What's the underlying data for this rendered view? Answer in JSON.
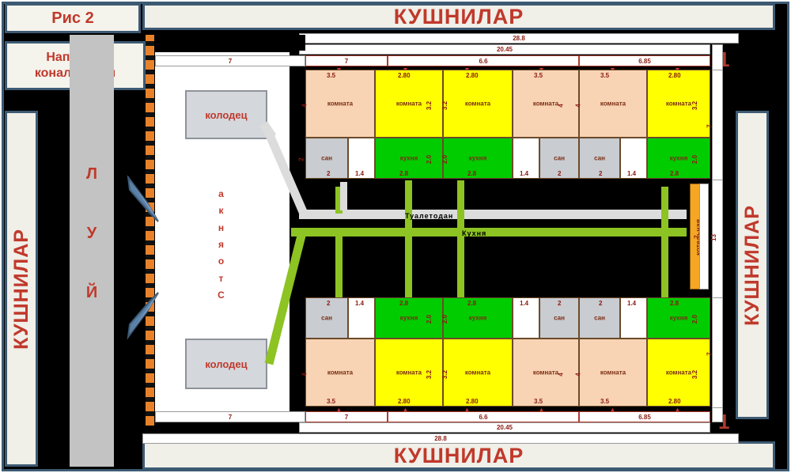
{
  "figure": {
    "caption": "Рис 2"
  },
  "direction_note": {
    "line1": "Направ-я",
    "line2": "конализации"
  },
  "neighbors": {
    "top": "КУШНИЛАР",
    "bottom": "КУШНИЛАР",
    "left": "КУШНИЛАР",
    "right": "КУШНИЛАР"
  },
  "road": {
    "letters": [
      "Й",
      "У",
      "Л"
    ]
  },
  "parking": {
    "label_letters": [
      "С",
      "т",
      "о",
      "я",
      "н",
      "к",
      "а"
    ],
    "wells": [
      {
        "label": "колодец"
      },
      {
        "label": "колодец"
      }
    ]
  },
  "pipes": [
    {
      "name": "Туалетодан",
      "color": "#dcdcdc"
    },
    {
      "name": "Кухня",
      "color": "#8dc322"
    }
  ],
  "boiler": {
    "label": "котельная"
  },
  "markers": {
    "top_right": "1",
    "bottom_right": "1"
  },
  "dimensions": {
    "overall_top": "28.8",
    "inner_top": "20.45",
    "block_a_top": "7",
    "block_b_top": "6.6",
    "block_c_top": "6.85",
    "overall_bottom": "28.8",
    "inner_bottom": "20.45",
    "block_a_bottom": "7",
    "block_b_bottom": "6.6",
    "block_c_bottom": "6.85",
    "right_side": "7",
    "right_side_2": "7",
    "right_total": "13"
  },
  "room_types": {
    "komnata": "комната",
    "kuxnya": "кухня",
    "san": "сан"
  },
  "top_block": {
    "units": [
      {
        "name": "unit-1",
        "rooms": [
          {
            "type": "комната",
            "fill": "#f8d4b4",
            "w": "3.5",
            "h": "4"
          },
          {
            "type": "сан",
            "fill": "#c9ccd1",
            "w": "2",
            "h": "2"
          },
          {
            "type": "",
            "fill": "#ffffff",
            "w": "1.4",
            "h": ""
          }
        ]
      },
      {
        "name": "unit-2",
        "rooms": [
          {
            "type": "комната",
            "fill": "#ffff00",
            "w": "2.80",
            "h": "3.2"
          },
          {
            "type": "кухня",
            "fill": "#00cc00",
            "w": "2.8",
            "h": "2.0"
          }
        ]
      },
      {
        "name": "unit-3",
        "rooms": [
          {
            "type": "комната",
            "fill": "#ffff00",
            "w": "2.80",
            "h": "3.2"
          },
          {
            "type": "кухня",
            "fill": "#00cc00",
            "w": "2.8",
            "h": "2.0"
          }
        ]
      },
      {
        "name": "unit-4",
        "rooms": [
          {
            "type": "комната",
            "fill": "#f8d4b4",
            "w": "3.5",
            "h": "4"
          },
          {
            "type": "",
            "fill": "#ffffff",
            "w": "1.4",
            "h": ""
          },
          {
            "type": "сан",
            "fill": "#c9ccd1",
            "w": "2",
            "h": "2"
          }
        ]
      },
      {
        "name": "unit-5",
        "rooms": [
          {
            "type": "комната",
            "fill": "#f8d4b4",
            "w": "3.5",
            "h": "4"
          },
          {
            "type": "сан",
            "fill": "#c9ccd1",
            "w": "2",
            "h": "2"
          },
          {
            "type": "",
            "fill": "#ffffff",
            "w": "1.4",
            "h": ""
          }
        ]
      },
      {
        "name": "unit-6",
        "rooms": [
          {
            "type": "комната",
            "fill": "#ffff00",
            "w": "2.80",
            "h": "3.2"
          },
          {
            "type": "кухня",
            "fill": "#00cc00",
            "w": "2.8",
            "h": "2.0"
          }
        ]
      }
    ]
  },
  "bottom_block": {
    "units": [
      {
        "name": "unit-7",
        "rooms": [
          {
            "type": "сан",
            "fill": "#c9ccd1",
            "w": "2",
            "h": "2"
          },
          {
            "type": "",
            "fill": "#ffffff",
            "w": "1.4",
            "h": ""
          },
          {
            "type": "комната",
            "fill": "#f8d4b4",
            "w": "3.5",
            "h": "4"
          }
        ]
      },
      {
        "name": "unit-8",
        "rooms": [
          {
            "type": "кухня",
            "fill": "#00cc00",
            "w": "2.8",
            "h": "2.0"
          },
          {
            "type": "комната",
            "fill": "#ffff00",
            "w": "2.80",
            "h": "3.2"
          }
        ]
      },
      {
        "name": "unit-9",
        "rooms": [
          {
            "type": "кухня",
            "fill": "#00cc00",
            "w": "2.8",
            "h": "2.0"
          },
          {
            "type": "комната",
            "fill": "#ffff00",
            "w": "2.80",
            "h": "3.2"
          }
        ]
      },
      {
        "name": "unit-10",
        "rooms": [
          {
            "type": "",
            "fill": "#ffffff",
            "w": "1.4",
            "h": ""
          },
          {
            "type": "сан",
            "fill": "#c9ccd1",
            "w": "2",
            "h": "2"
          },
          {
            "type": "комната",
            "fill": "#f8d4b4",
            "w": "3.5",
            "h": "4"
          }
        ]
      },
      {
        "name": "unit-11",
        "rooms": [
          {
            "type": "сан",
            "fill": "#c9ccd1",
            "w": "2",
            "h": "2"
          },
          {
            "type": "",
            "fill": "#ffffff",
            "w": "1.4",
            "h": ""
          },
          {
            "type": "комната",
            "fill": "#f8d4b4",
            "w": "3.5",
            "h": "4"
          }
        ]
      },
      {
        "name": "unit-12",
        "rooms": [
          {
            "type": "кухня",
            "fill": "#00cc00",
            "w": "2.8",
            "h": "2.0"
          },
          {
            "type": "комната",
            "fill": "#ffff00",
            "w": "2.80",
            "h": "3.2"
          }
        ]
      }
    ]
  },
  "colors": {
    "frame": "#3d5a73",
    "accent_red": "#c0392b",
    "room_peach": "#f8d4b4",
    "room_yellow": "#ffff00",
    "room_green": "#00cc00",
    "room_grey": "#c9ccd1",
    "pipe_green": "#8dc322",
    "pipe_grey": "#dcdcdc",
    "boiler_orange": "#f5a623",
    "road_grey": "#c3c3c3",
    "tick_orange": "#e8822a"
  }
}
